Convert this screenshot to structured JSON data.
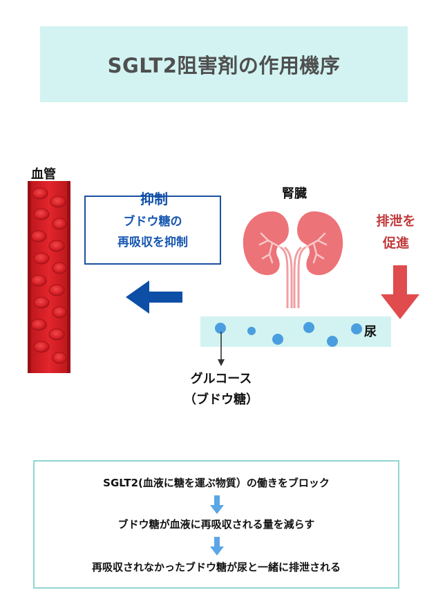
{
  "title": "SGLT2阻害剤の作用機序",
  "blood_vessel": {
    "label": "血管"
  },
  "inhibition": {
    "title": "抑制",
    "line1": "ブドウ糖の",
    "line2": "再吸収を抑制"
  },
  "kidney": {
    "label": "腎臓"
  },
  "excretion": {
    "line1": "排泄を",
    "line2": "促進"
  },
  "urine": {
    "label": "尿"
  },
  "glucose": {
    "line1": "グルコース",
    "line2": "（ブドウ糖）"
  },
  "flow": {
    "step1": "SGLT2(血液に糖を運ぶ物質）の働きをブロック",
    "step2": "ブドウ糖が血液に再吸収される量を減らす",
    "step3": "再吸収されなかったブドウ糖が尿と一緒に排泄される"
  },
  "colors": {
    "banner": "#d2f3f1",
    "inhibit_blue": "#1656b0",
    "excretion_red": "#e04b4e",
    "vessel_red": "#d9262c",
    "kidney_pink": "#ec7378",
    "glucose_blue": "#4a9ee0",
    "flow_arrow": "#5aa6e6"
  }
}
